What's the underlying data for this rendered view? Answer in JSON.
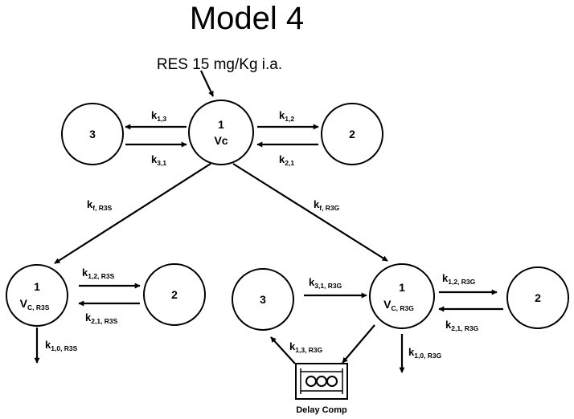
{
  "title": "Model 4",
  "dose": "RES 15 mg/Kg i.a.",
  "central": {
    "number": "1",
    "volume": "Vc"
  },
  "top_peripheral_3": "3",
  "top_peripheral_2": "2",
  "rates_top": {
    "k13": {
      "base": "k",
      "sub": "1,3"
    },
    "k31": {
      "base": "k",
      "sub": "3,1"
    },
    "k12": {
      "base": "k",
      "sub": "1,2"
    },
    "k21": {
      "base": "k",
      "sub": "2,1"
    }
  },
  "formation": {
    "r3s": {
      "base": "k",
      "sub": "f, R3S"
    },
    "r3g": {
      "base": "k",
      "sub": "f, R3G"
    }
  },
  "r3s": {
    "central_number": "1",
    "central_volume": {
      "base": "V",
      "sub": "C, R3S"
    },
    "peripheral": "2",
    "k12": {
      "base": "k",
      "sub": "1,2, R3S"
    },
    "k21": {
      "base": "k",
      "sub": "2,1, R3S"
    },
    "k10": {
      "base": "k",
      "sub": "1,0, R3S"
    }
  },
  "r3g": {
    "central_number": "1",
    "central_volume": {
      "base": "V",
      "sub": "C, R3G"
    },
    "peripheral_3": "3",
    "peripheral_2": "2",
    "k31": {
      "base": "k",
      "sub": "3,1, R3G"
    },
    "k13": {
      "base": "k",
      "sub": "1,3, R3G"
    },
    "k12": {
      "base": "k",
      "sub": "1,2, R3G"
    },
    "k21": {
      "base": "k",
      "sub": "2,1, R3G"
    },
    "k10": {
      "base": "k",
      "sub": "1,0, R3G"
    }
  },
  "delay_label": "Delay Comp"
}
